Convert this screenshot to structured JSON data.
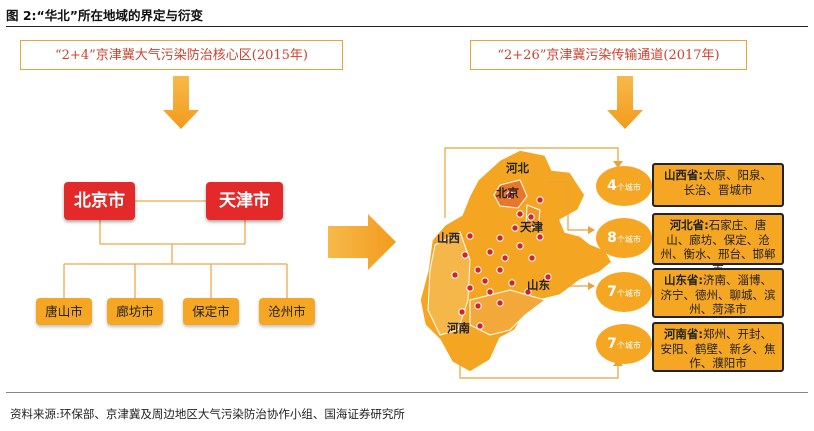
{
  "figure_title": "图 2:“华北”所在地域的界定与衍变",
  "left_header": "“2+4”京津冀大气污染防治核心区(2015年)",
  "right_header": "“2+26”京津冀污染传输通道(2017年)",
  "core_cities": [
    "北京市",
    "天津市"
  ],
  "surrounding_cities": [
    "唐山市",
    "廊坊市",
    "保定市",
    "沧州市"
  ],
  "map_labels": {
    "hebei": "河北",
    "beijing": "北京",
    "tianjin": "天津",
    "shanxi": "山西",
    "shandong": "山东",
    "henan": "河南"
  },
  "provinces": [
    {
      "count": "4",
      "unit": "个城市",
      "name": "山西省:",
      "cities": "太原、阳泉、长治、晋城市"
    },
    {
      "count": "8",
      "unit": "个城市",
      "name": "河北省:",
      "cities": "石家庄、唐山、廊坊、保定、沧州、衡水、邢台、邯郸市"
    },
    {
      "count": "7",
      "unit": "个城市",
      "name": "山东省:",
      "cities": "济南、淄博、济宁、德州、聊城、滨州、菏泽市"
    },
    {
      "count": "7",
      "unit": "个城市",
      "name": "河南省:",
      "cities": "郑州、开封、安阳、鹤壁、新乡、焦作、濮阳市"
    }
  ],
  "source": "资料来源:环保部、京津冀及周边地区大气污染防治协作小组、国海证券研究所",
  "colors": {
    "accent_orange": "#f5a623",
    "core_red": "#e32929",
    "map_fill": "#f4a623",
    "beijing_fill": "#e8772a",
    "dot": "#d3222a"
  }
}
